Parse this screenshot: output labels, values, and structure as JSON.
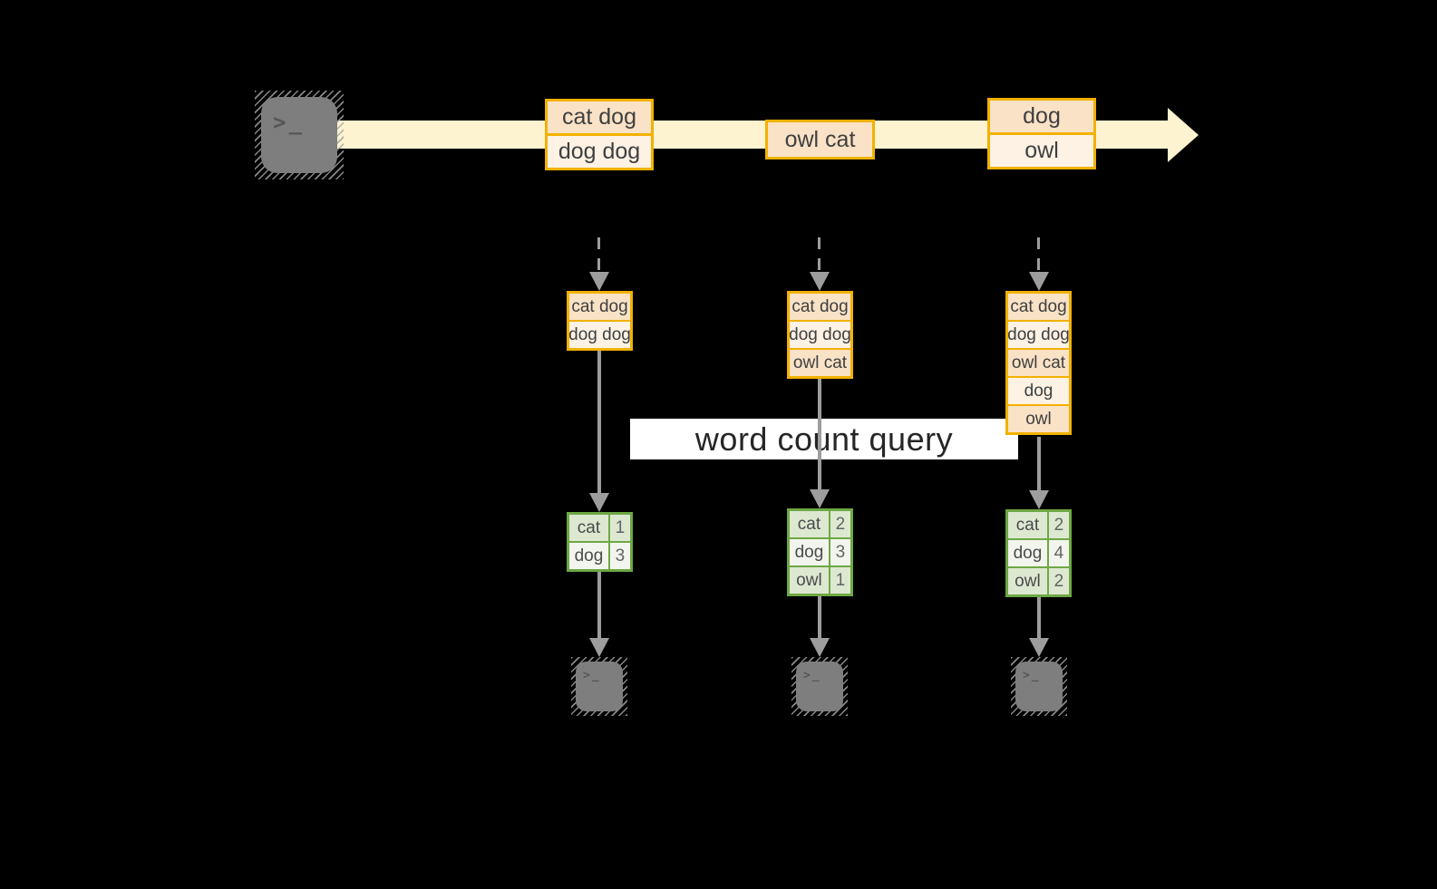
{
  "colors": {
    "background": "#000000",
    "band": "#fdf3d0",
    "gold": "#f2b100",
    "peach_dark": "#f9e2c6",
    "peach_light": "#fdf2e4",
    "green": "#6da844",
    "green_dark": "#dde8d1",
    "green_light": "#f2f5ee",
    "arrow_gray": "#9d9d9d",
    "terminal_gray": "#7e7e7e",
    "text_dark": "#3f3f3f",
    "banner_bg": "#ffffff",
    "banner_text": "#262626"
  },
  "terminal_glyph": ">_",
  "banner": {
    "label": "word count query"
  },
  "stream": {
    "batches": [
      {
        "rows": [
          "cat dog",
          "dog dog"
        ]
      },
      {
        "rows": [
          "owl cat"
        ]
      },
      {
        "rows": [
          "dog",
          "owl"
        ]
      }
    ]
  },
  "columns": [
    {
      "accumulated": [
        "cat dog",
        "dog dog"
      ],
      "counts": [
        {
          "word": "cat",
          "count": "1"
        },
        {
          "word": "dog",
          "count": "3"
        }
      ]
    },
    {
      "accumulated": [
        "cat dog",
        "dog dog",
        "owl cat"
      ],
      "counts": [
        {
          "word": "cat",
          "count": "2"
        },
        {
          "word": "dog",
          "count": "3"
        },
        {
          "word": "owl",
          "count": "1"
        }
      ]
    },
    {
      "accumulated": [
        "cat dog",
        "dog dog",
        "owl cat",
        "dog",
        "owl"
      ],
      "counts": [
        {
          "word": "cat",
          "count": "2"
        },
        {
          "word": "dog",
          "count": "4"
        },
        {
          "word": "owl",
          "count": "2"
        }
      ]
    }
  ]
}
